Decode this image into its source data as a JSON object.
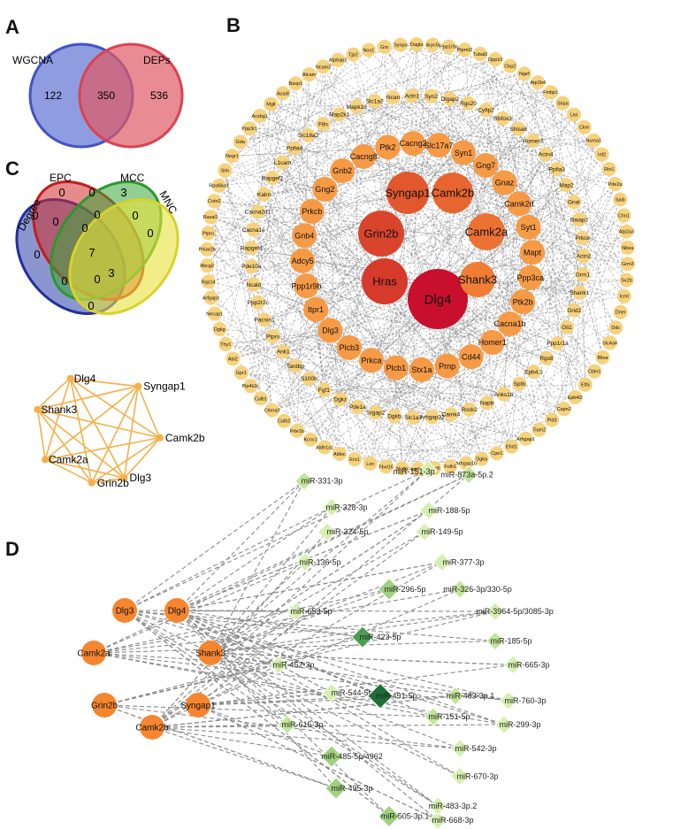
{
  "panels": {
    "a": "A",
    "b": "B",
    "c": "C",
    "d": "D"
  },
  "venn2": {
    "left_label": "WGCNA",
    "right_label": "DEPs",
    "left_only": "122",
    "both": "350",
    "right_only": "536",
    "left_color": "#6a7bd6",
    "right_color": "#e05a64"
  },
  "venn4": {
    "labels": [
      "Degree",
      "EPC",
      "MCC",
      "MNC"
    ],
    "colors": [
      "#2c3ea8",
      "#d22b2b",
      "#3aa53a",
      "#e8e23a"
    ],
    "counts": [
      "0",
      "0",
      "3",
      "0",
      "0",
      "0",
      "0",
      "0",
      "0",
      "7",
      "0",
      "0",
      "0",
      "3",
      "0"
    ]
  },
  "hub_network": {
    "nodes": [
      "Dlg4",
      "Syngap1",
      "Shank3",
      "Camk2b",
      "Camk2a",
      "Dlg3",
      "Grin2b"
    ],
    "color": "#f5b04a"
  },
  "ppi_network": {
    "core": [
      "Dlg4",
      "Hras",
      "Grin2b",
      "Syngap1",
      "Camk2b",
      "Camk2a",
      "Shank3"
    ],
    "core_colors": [
      "#c8102e",
      "#d63a2a",
      "#d9452c",
      "#e2582e",
      "#e8652f",
      "#ec7233",
      "#ef7d36"
    ],
    "middle": [
      "Ptk2",
      "Cacng2",
      "Slc17a7",
      "Syn1",
      "Gng7",
      "Gnaz",
      "Camk2d",
      "Syt1",
      "Mapt",
      "Ppp3ca",
      "Ptk2b",
      "Cacna1b",
      "Homer1",
      "Cd44",
      "Prnp",
      "Stx1a",
      "Plcb1",
      "Prkca",
      "Plcb3",
      "Dlg3",
      "Itpr1",
      "Ppp1r9b",
      "Adcy5",
      "Gnb4",
      "Prkcb",
      "Gng2",
      "Gnb2",
      "Cacng8"
    ],
    "middle_color": "#f79a46",
    "ring2": [
      "Map2k1",
      "Mapk10",
      "Slc1a2",
      "Ncan",
      "Actn1",
      "Syn2",
      "Dlgap2",
      "Rgs20",
      "Cyfip2",
      "Rbfox3",
      "Shisa6",
      "Homer3",
      "Actn4",
      "Ppfia3",
      "Map2",
      "Gnal",
      "Baiap2",
      "Prkce",
      "Actn2",
      "Grm1",
      "Shank1",
      "Grid2",
      "Gli1",
      "Ppp1r1a",
      "Rgs8",
      "Epb4.1",
      "Sptb",
      "Anks1b",
      "Napb",
      "Rock2",
      "Camk4",
      "Arhgap32",
      "Slc1a3",
      "Dgkb",
      "Srgap2",
      "Pde1a",
      "Dgkz",
      "Fgf1",
      "S100b",
      "Tardbp",
      "Ank1",
      "Ptprs",
      "Pacsin1",
      "Ppp2r2c",
      "Ncald",
      "Pde10a",
      "Rapgef4",
      "Cacna1e",
      "Cacna2d1",
      "Kalrn",
      "Rapgef2",
      "L1cam",
      "Ppfia4",
      "Slc18a2",
      "Ftln"
    ],
    "ring3": [
      "Grn",
      "Synpo",
      "Dagla",
      "Arpc5l",
      "Ppp1r9a",
      "Ptpmt2",
      "Tubal3",
      "Opp10",
      "Cbp2",
      "Ngef",
      "Atp2b4",
      "Fmbp1",
      "Sirpa",
      "Ust",
      "Ckm",
      "Numa1",
      "Inf2",
      "Rin1",
      "Pde2a",
      "Saib",
      "Chn1",
      "Atp2a3",
      "Nbea",
      "Grm3",
      "Sv2b",
      "Icmt",
      "Dner",
      "Ddc",
      "Slc4a4",
      "Bliva",
      "Cbln1",
      "Etfa",
      "Epb4l2",
      "Capn2",
      "Pld3",
      "Tiam2",
      "Arhgap1",
      "Ehd1",
      "Cpe1",
      "Dgka",
      "Arhgap1b",
      "Folh1",
      "Car8",
      "Fam107b",
      "Ncdn",
      "Fbxl16",
      "Lxn",
      "Ero1",
      "Aldoc",
      "Aldh1a1",
      "Kcnc1",
      "Pde1b",
      "Calb2",
      "Ctnna3",
      "Calb1",
      "Pip4k2c",
      "Gpr1",
      "Abi2",
      "Thy1",
      "Dgkg",
      "Necap1",
      "Arfgap1",
      "Rgs14",
      "Abcg2",
      "Prkar2b",
      "Ptpro",
      "Rasal1",
      "Cntn2",
      "Rpsl6ka1",
      "Slm",
      "Negr1",
      "Gda",
      "Ppp3r1",
      "Acsbg1",
      "Mgll",
      "Acadl",
      "Basp1",
      "Alcam",
      "Ncam2",
      "Atp6ap1",
      "Tjp2",
      "Nos1"
    ],
    "outer_color": "#f7d27c"
  },
  "mirna_network": {
    "genes": [
      "Dlg3",
      "Dlg4",
      "Camk2a",
      "Shank3",
      "Grin2b",
      "Syngap1",
      "Camk2b"
    ],
    "gene_color": "#f5862f",
    "mirnas": [
      {
        "label": "miR-331-3p",
        "shade": 1
      },
      {
        "label": "miR-151-3p",
        "shade": 0
      },
      {
        "label": "miR-873a-5p.2",
        "shade": 1
      },
      {
        "label": "miR-328-3p",
        "shade": 0
      },
      {
        "label": "miR-188-5p",
        "shade": 0
      },
      {
        "label": "miR-324-5p",
        "shade": 0
      },
      {
        "label": "miR-149-5p",
        "shade": 0
      },
      {
        "label": "miR-136-5p",
        "shade": 0
      },
      {
        "label": "miR-377-3p",
        "shade": 0
      },
      {
        "label": "miR-296-5p",
        "shade": 2
      },
      {
        "label": "miR-326-3p/330-5p",
        "shade": 1
      },
      {
        "label": "miR-653-5p",
        "shade": 0
      },
      {
        "label": "miR-3964-5p/3085-3p",
        "shade": 0
      },
      {
        "label": "miR-423-5p",
        "shade": 3
      },
      {
        "label": "miR-185-5p",
        "shade": 1
      },
      {
        "label": "miR-452-3p",
        "shade": 0
      },
      {
        "label": "miR-665-3p",
        "shade": 0
      },
      {
        "label": "miR-544-5p",
        "shade": 0
      },
      {
        "label": "miR-491-5p",
        "shade": 4
      },
      {
        "label": "miR-483-3p.1",
        "shade": 1
      },
      {
        "label": "miR-760-3p",
        "shade": 0
      },
      {
        "label": "miR-151-5p",
        "shade": 1
      },
      {
        "label": "miR-299-3p",
        "shade": 0
      },
      {
        "label": "miR-615-3p",
        "shade": 1
      },
      {
        "label": "miR-542-3p",
        "shade": 0
      },
      {
        "label": "miR-485-5p/4962",
        "shade": 2
      },
      {
        "label": "miR-670-3p",
        "shade": 0
      },
      {
        "label": "miR-495-3p",
        "shade": 2
      },
      {
        "label": "miR-505-3p.1",
        "shade": 2
      },
      {
        "label": "miR-668-3p",
        "shade": 0
      },
      {
        "label": "miR-483-3p.2",
        "shade": 0
      }
    ],
    "shade_colors": [
      "#d6efb0",
      "#c2e59a",
      "#9fd17e",
      "#4a9f4f",
      "#1f6e36"
    ]
  }
}
